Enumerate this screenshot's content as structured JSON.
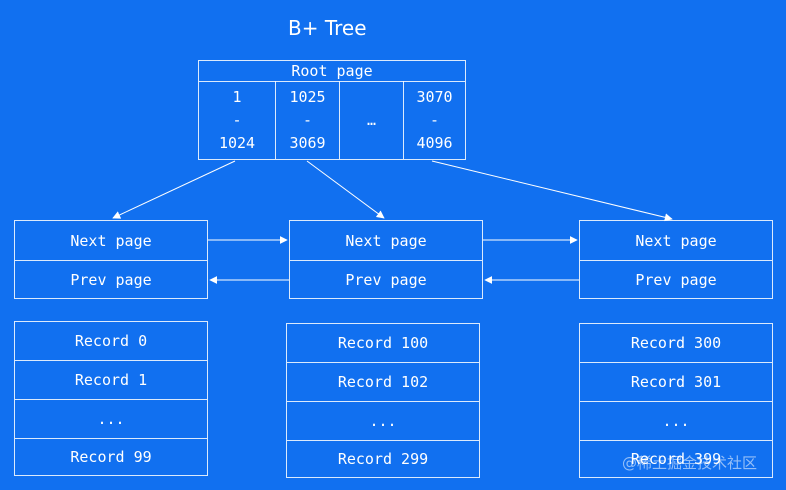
{
  "title": "B+ Tree",
  "root": {
    "header": "Root page",
    "ranges": [
      {
        "from": "1",
        "sep": "-",
        "to": "1024"
      },
      {
        "from": "1025",
        "sep": "-",
        "to": "3069"
      },
      {
        "ellipsis": "…"
      },
      {
        "from": "3070",
        "sep": "-",
        "to": "4096"
      }
    ]
  },
  "leaves": [
    {
      "next": "Next page",
      "prev": "Prev page"
    },
    {
      "next": "Next page",
      "prev": "Prev page"
    },
    {
      "next": "Next page",
      "prev": "Prev page"
    }
  ],
  "records": [
    [
      "Record 0",
      "Record 1",
      "...",
      "Record 99"
    ],
    [
      "Record 100",
      "Record 102",
      "...",
      "Record 299"
    ],
    [
      "Record 300",
      "Record 301",
      "...",
      "Record 399"
    ]
  ],
  "watermark": "@稀土掘金技术社区",
  "colors": {
    "background": "#1170f0",
    "line": "#ffffff"
  }
}
